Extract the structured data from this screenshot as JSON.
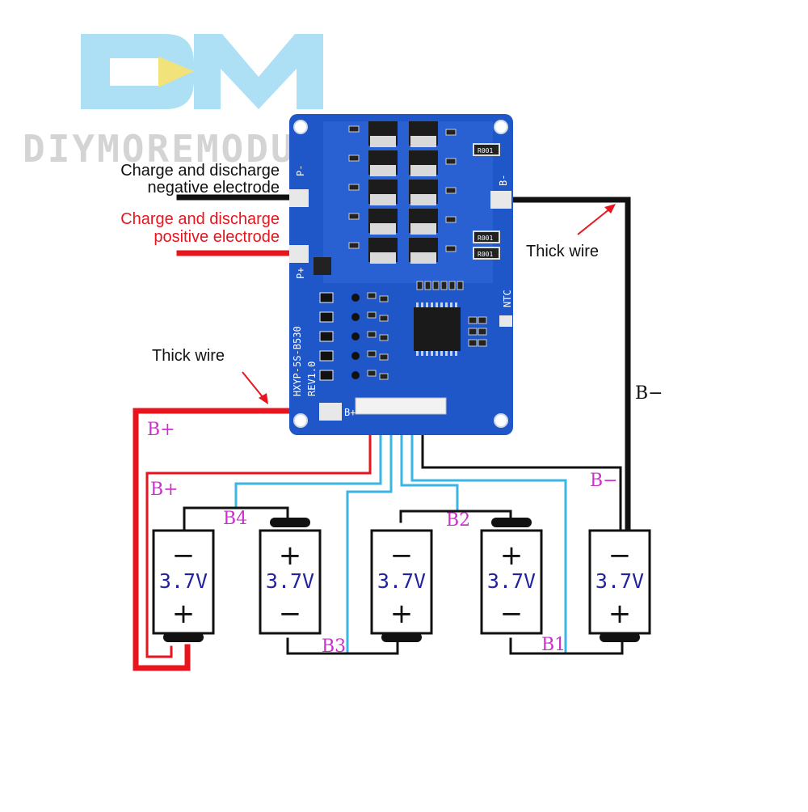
{
  "watermark": {
    "logo_text": "DM",
    "brand_text": "DIYMOREMODUL"
  },
  "labels": {
    "neg_line1": "Charge and discharge",
    "neg_line2": "negative electrode",
    "pos_line1": "Charge and discharge",
    "pos_line2": "positive electrode",
    "thick_wire_right": "Thick wire",
    "thick_wire_left": "Thick wire"
  },
  "pcb": {
    "model": "HXYP-5S-B530",
    "rev": "REV1.0",
    "pad_p_minus": "P-",
    "pad_p_plus": "P+",
    "pad_b_minus": "B-",
    "pad_b_plus": "B+",
    "ntc": "NTC",
    "resistor_a": "R001",
    "resistor_b": "R001",
    "resistor_c": "R001"
  },
  "wire_labels": {
    "b_plus_top": "B+",
    "b_plus_mid": "B+",
    "b_minus_right": "B−",
    "b_minus_mid": "B−",
    "b4": "B4",
    "b3": "B3",
    "b2": "B2",
    "b1": "B1"
  },
  "cells": [
    {
      "voltage": "3.7V",
      "top": "−",
      "bottom": "+"
    },
    {
      "voltage": "3.7V",
      "top": "+",
      "bottom": "−"
    },
    {
      "voltage": "3.7V",
      "top": "−",
      "bottom": "+"
    },
    {
      "voltage": "3.7V",
      "top": "+",
      "bottom": "−"
    },
    {
      "voltage": "3.7V",
      "top": "−",
      "bottom": "+"
    }
  ],
  "colors": {
    "pcb_blue": "#1f56c8",
    "pcb_dark": "#143f9e",
    "wire_red": "#e8141e",
    "wire_black": "#111111",
    "wire_cyan": "#39b6e6",
    "label_red": "#e8141e",
    "label_pink": "#c832c8",
    "voltage_blue": "#2323a0",
    "logo_blue": "#aee0f5",
    "logo_yellow": "#f2e27a"
  }
}
